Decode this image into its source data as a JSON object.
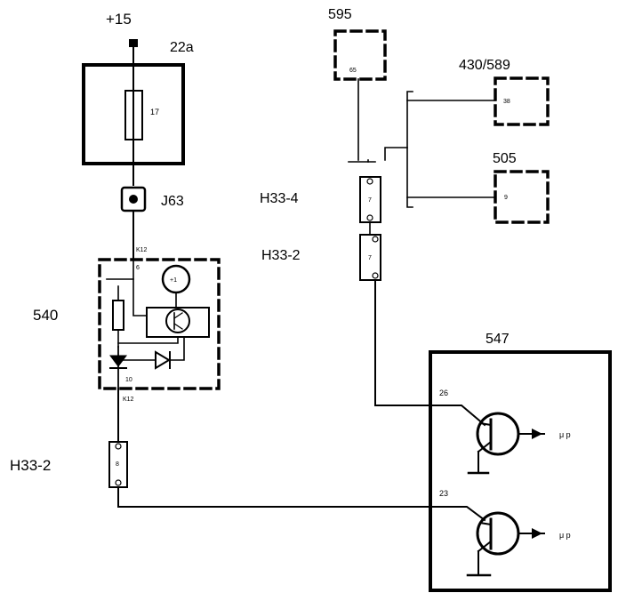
{
  "labels": {
    "supply": "+15",
    "fuse_box": "22a",
    "fuse_num": "17",
    "junction": "J63",
    "module_540": "540",
    "pin_540_in": "K12",
    "pin_540_in_num": "6",
    "motor_label": "+1",
    "pin_540_out_num": "10",
    "pin_540_out": "K12",
    "conn_left": "H33-2",
    "conn_left_pin": "8",
    "module_595": "595",
    "pin_595": "65",
    "module_430": "430/589",
    "pin_430": "38",
    "module_505": "505",
    "pin_505": "9",
    "conn_h33_4": "H33-4",
    "conn_h33_4_pin": "7",
    "conn_h33_2": "H33-2",
    "conn_h33_2_pin": "7",
    "module_547": "547",
    "pin_547_a": "26",
    "pin_547_b": "23",
    "mu_p_a": "μ p",
    "mu_p_b": "μ p"
  },
  "colors": {
    "ink": "#000000",
    "paper": "#ffffff"
  }
}
